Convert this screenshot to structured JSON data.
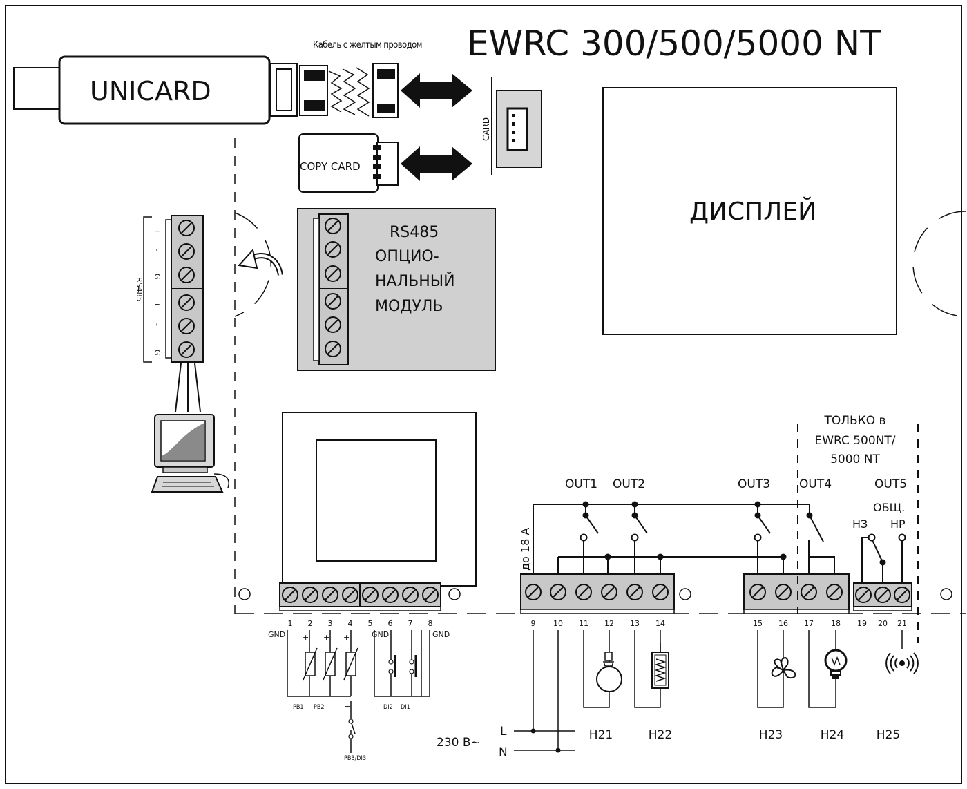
{
  "title": "EWRC 300/500/5000 NT",
  "cable_label": "Кабель с желтым проводом",
  "unicard_label": "UNICARD",
  "copycard_label": "COPY CARD",
  "card_label": "CARD",
  "display_label": "ДИСПЛЕЙ",
  "rs485_module": {
    "line1": "RS485",
    "line2": "ОПЦИО-",
    "line3": "НАЛЬНЫЙ",
    "line4": "МОДУЛЬ"
  },
  "rs485_side": {
    "name": "RS485",
    "pins": [
      "+",
      "-",
      "G",
      "+",
      "-",
      "G"
    ]
  },
  "only_in": {
    "line1": "ТОЛЬКО в",
    "line2": "EWRC 500NT/",
    "line3": "5000 NT"
  },
  "outputs": [
    "OUT1",
    "OUT2",
    "OUT3",
    "OUT4",
    "OUT5"
  ],
  "up_to": "до 18 А",
  "relay5": {
    "common": "ОБЩ.",
    "nc": "НЗ",
    "no": "НР"
  },
  "terminals": [
    "1",
    "2",
    "3",
    "4",
    "5",
    "6",
    "7",
    "8",
    "9",
    "10",
    "11",
    "12",
    "13",
    "14",
    "15",
    "16",
    "17",
    "18",
    "19",
    "20",
    "21"
  ],
  "gnd": "GND",
  "plus": "+",
  "probes": [
    "PB1",
    "PB2",
    "PB3/DI3"
  ],
  "digital_inputs": [
    "DI2",
    "DI1"
  ],
  "power": {
    "voltage": "230 В~",
    "l": "L",
    "n": "N"
  },
  "loads": [
    "H21",
    "H22",
    "H23",
    "H24",
    "H25"
  ],
  "icons": [
    "compressor-icon",
    "heater-icon",
    "fan-icon",
    "lamp-icon",
    "alarm-icon",
    "computer-icon",
    "rotate-arrow-icon"
  ]
}
